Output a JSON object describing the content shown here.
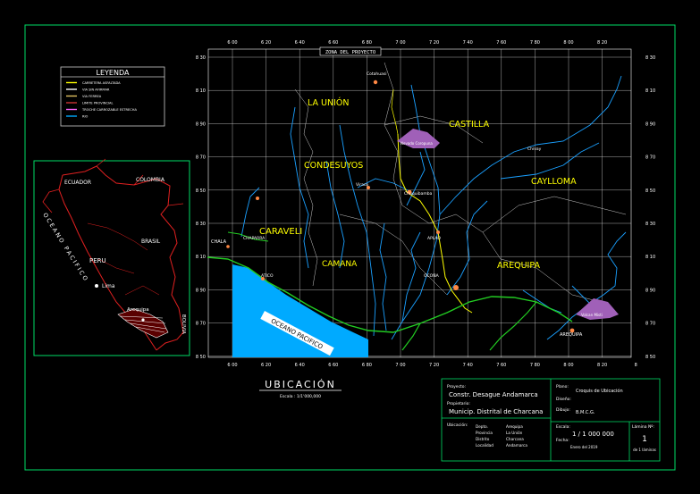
{
  "zone_label": "ZONA DEL PROYECTO",
  "legend": {
    "title": "LEYENDA",
    "items": [
      {
        "color": "#ffff00",
        "label": "CARRETERA ASFALTADA"
      },
      {
        "color": "#ffffff",
        "label": "VIA SIN AFIRMAR"
      },
      {
        "color": "#e0c060",
        "label": "VIA FERREA"
      },
      {
        "color": "#cc3333",
        "label": "LIMITE PROVINCIAL"
      },
      {
        "color": "#ff66ff",
        "label": "TROCHE CARROZABLE ESTRECHA"
      },
      {
        "color": "#00aaff",
        "label": "RIO"
      }
    ]
  },
  "inset": {
    "ecuador": "ECUADOR",
    "colombia": "COLOMBIA",
    "brasil": "BRASIL",
    "peru": "PERU",
    "lima": "Lima",
    "arequipa": "Arequipa",
    "bolivia": "BOLIVIA",
    "ocean": "OCEANO PACIFICO"
  },
  "top_ticks": [
    "6 00",
    "6 20",
    "6 40",
    "6 60",
    "6 80",
    "7 00",
    "7 20",
    "7 40",
    "7 60",
    "7 80",
    "8 00",
    "8 20"
  ],
  "bottom_ticks": [
    "6 00",
    "6 20",
    "6 40",
    "6 60",
    "6 80",
    "7 00",
    "7 20",
    "7 40",
    "7 60",
    "7 80",
    "8 00",
    "8 20",
    "8"
  ],
  "left_ticks": [
    "8 30",
    "8 10",
    "8 90",
    "8 70",
    "8 50",
    "8 30",
    "8 10",
    "8 90",
    "8 70",
    "8 50"
  ],
  "right_ticks": [
    "8 30",
    "8 10",
    "8 90",
    "8 70",
    "8 50",
    "8 30",
    "8 10",
    "8 90",
    "8 70",
    "8 50"
  ],
  "provinces": {
    "la_union": "LA UNIÓN",
    "castilla": "CASTILLA",
    "condesuyos": "CONDESUYOS",
    "caylloma": "CAYLLOMA",
    "caraveli": "CARAVELI",
    "camana": "CAMANA",
    "arequipa": "AREQUIPA"
  },
  "places": {
    "cotahuasi": "Cotahuasi",
    "chuquibamba": "Chuquibamba",
    "aplao": "APLAO",
    "arequipa_city": "AREQUIPA",
    "atico": "ATICO",
    "chala": "CHALA",
    "ocona": "OCOÑA",
    "chaparra": "CHAPARRA",
    "viraco": "Viraco",
    "chivay": "Chivay",
    "nevado_coropuna": "Nevado Coropuna",
    "volcan_misti": "Volcan Misti",
    "pacific": "OCEANO PACIFICO"
  },
  "ubicacion": {
    "title": "UBICACIÓN",
    "scale": "Escala : 1/1'000,000"
  },
  "titleblock": {
    "proyecto_label": "Proyecto:",
    "proyecto": "Constr. Desague Andamarca",
    "propietario_label": "Propietario:",
    "propietario": "Municip. Distrital de Charcana",
    "ubicacion_label": "Ubicación:",
    "ubic_keys": [
      "Depto.",
      "Provincia",
      "Distrito",
      "Localidad"
    ],
    "ubic_vals": [
      "Arequipa",
      "La Unión",
      "Charcana",
      "Andamarca"
    ],
    "plano_label": "Plano:",
    "plano": "Croquis de Ubicación",
    "diseno_label": "Diseño:",
    "dibujo_label": "Dibujo:",
    "dibujo": "B.M.C.G.",
    "escala_label": "Escala:",
    "escala": "1 / 1 000 000",
    "fecha_label": "Fecha:",
    "fecha": "Enero del 2019",
    "lamina_label": "Lámina Nº:",
    "lamina": "1",
    "lamina_sub": "de 1 láminas"
  },
  "colors": {
    "frame": "#00dd66",
    "grid": "#ffffff",
    "river": "#1aa0ff",
    "paved_road": "#ffff00",
    "coast_road": "#22cc22",
    "province_text": "#ffff00",
    "ocean": "#00aaff",
    "mountain": "#b070c0"
  }
}
